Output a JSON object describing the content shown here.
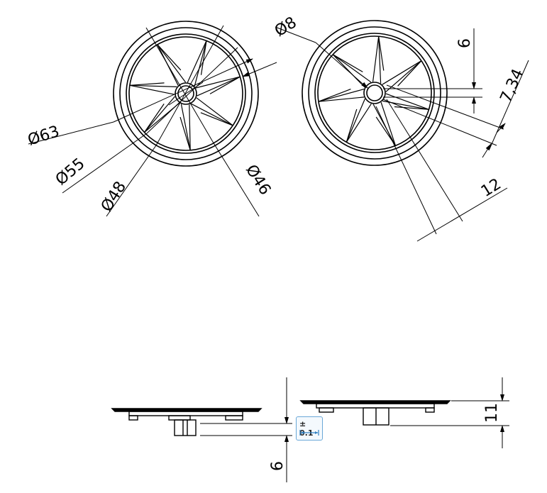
{
  "dimensions": {
    "d63": "Ø63",
    "d55": "Ø55",
    "d48": "Ø48",
    "d46": "Ø46",
    "d8": "Ø8",
    "v6_top": "6",
    "v734": "7,34",
    "v12": "12",
    "v11": "11",
    "v6_bottom": "6"
  },
  "tolerance": {
    "label": "± 0.1",
    "icon": "width-tolerance-icon"
  },
  "colors": {
    "line": "#000000",
    "tolerance_border": "#6aa8d8",
    "tolerance_icon": "#2f7fc1"
  }
}
